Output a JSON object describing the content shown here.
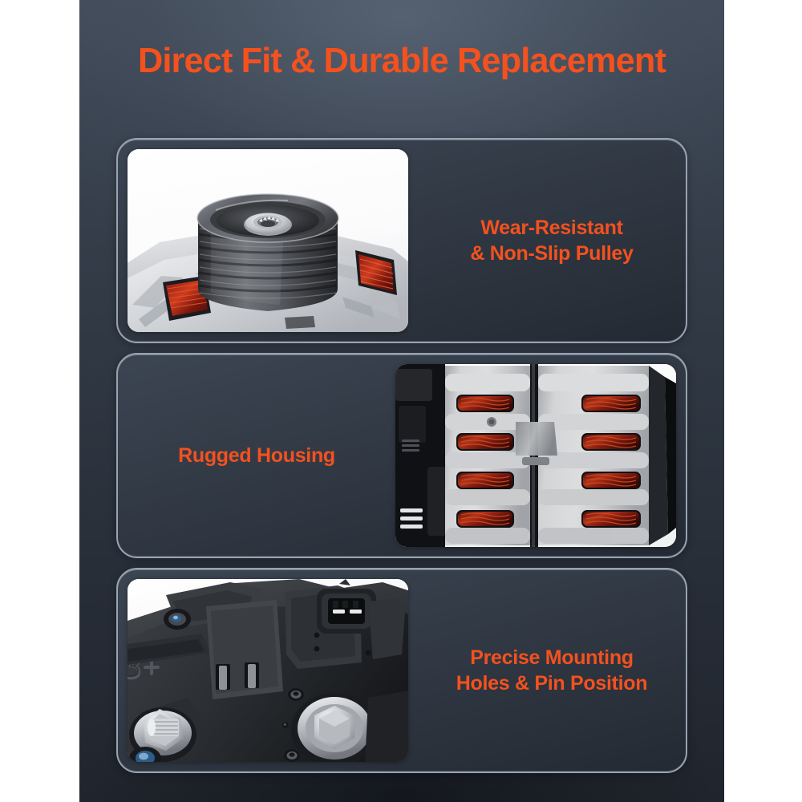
{
  "page": {
    "title": "Direct Fit & Durable Replacement",
    "background_color": "#2f3742",
    "accent_color": "#f4511e",
    "panel_border_color": "#97a3b3",
    "canvas_color": "#ffffff"
  },
  "panels": [
    {
      "id": "wear-resistant-pulley",
      "caption": "Wear-Resistant\n& Non-Slip Pulley",
      "image_position": "left",
      "image_name": "alternator-pulley-photo",
      "image_alt": "Close-up of grooved serpentine alternator pulley on aluminum housing with red copper windings"
    },
    {
      "id": "rugged-housing",
      "caption": "Rugged Housing",
      "image_position": "right",
      "image_name": "alternator-housing-photo",
      "image_alt": "Close-up of ribbed cast aluminum alternator housing with red copper stator windings visible through vents"
    },
    {
      "id": "precise-mounting",
      "caption": "Precise Mounting\nHoles & Pin Position",
      "image_position": "left",
      "image_name": "alternator-mounting-photo",
      "image_alt": "Close-up of black alternator rear housing showing B+ terminal stud, connector plug, hex bolt and mounting holes"
    }
  ]
}
